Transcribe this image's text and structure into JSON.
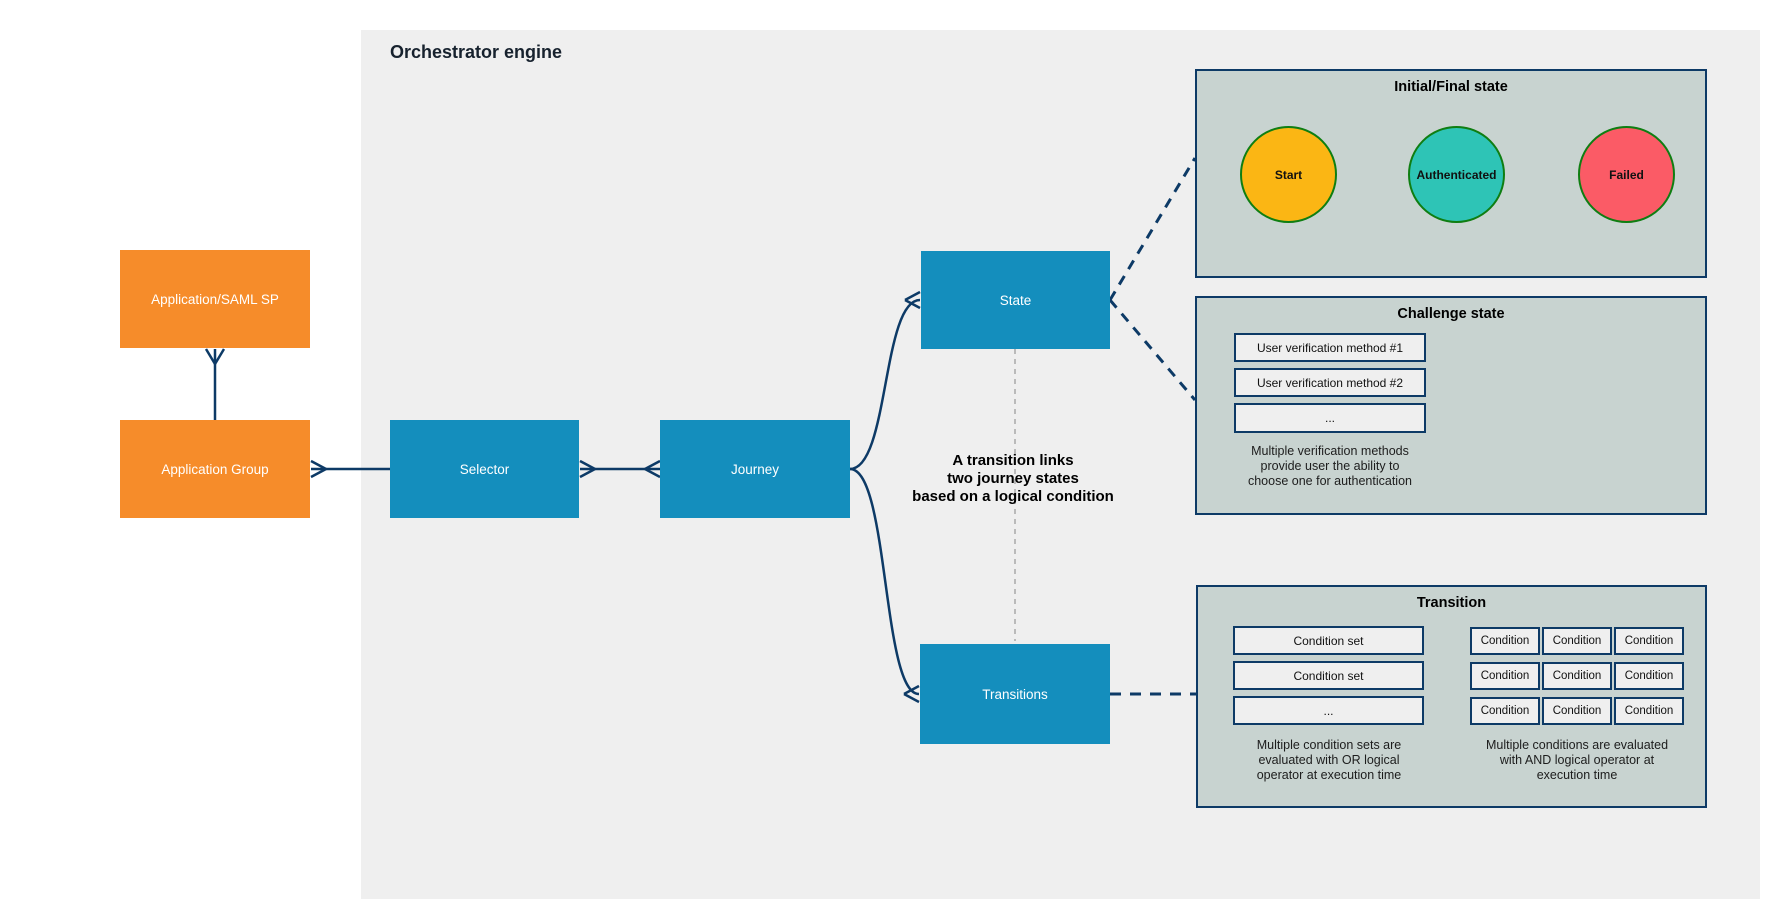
{
  "header": {
    "title": "Orchestrator engine"
  },
  "colors": {
    "canvas_bg": "#ffffff",
    "engine_bg": "#efefef",
    "node_blue": "#148ebd",
    "node_orange": "#f68c2a",
    "line_navy": "#0d3a66",
    "panel_bg": "#c8d3d0",
    "panel_border": "#0d3a66",
    "circle_border_green": "#0f7e12",
    "start_fill": "#fbb614",
    "authenticated_fill": "#2ec4b6",
    "failed_fill": "#fb5b66",
    "inner_box_bg": "#efefef",
    "dashed_gray": "#b5b5b5"
  },
  "nodes": {
    "app_saml_sp": "Application/SAML SP",
    "app_group": "Application Group",
    "selector": "Selector",
    "journey": "Journey",
    "state": "State",
    "transitions": "Transitions"
  },
  "annotation": {
    "lines": [
      "A transition links",
      "two journey states",
      "based on a logical condition"
    ]
  },
  "initial_final_panel": {
    "title": "Initial/Final state",
    "circles": [
      {
        "label": "Start",
        "fill": "#fbb614"
      },
      {
        "label": "Authenticated",
        "fill": "#2ec4b6"
      },
      {
        "label": "Failed",
        "fill": "#fb5b66"
      }
    ]
  },
  "challenge_panel": {
    "title": "Challenge state",
    "methods": [
      "User verification method #1",
      "User verification method #2",
      "..."
    ],
    "caption": [
      "Multiple verification methods",
      "provide user the ability to",
      "choose one for authentication"
    ]
  },
  "transition_panel": {
    "title": "Transition",
    "condition_sets": [
      "Condition set",
      "Condition set",
      "..."
    ],
    "or_caption": [
      "Multiple condition sets are",
      "evaluated with OR logical",
      "operator at execution time"
    ],
    "conditions": [
      "Condition",
      "Condition",
      "Condition",
      "Condition",
      "Condition",
      "Condition",
      "Condition",
      "Condition",
      "Condition"
    ],
    "and_caption": [
      "Multiple conditions are evaluated",
      "with AND logical operator at",
      "execution time"
    ]
  }
}
